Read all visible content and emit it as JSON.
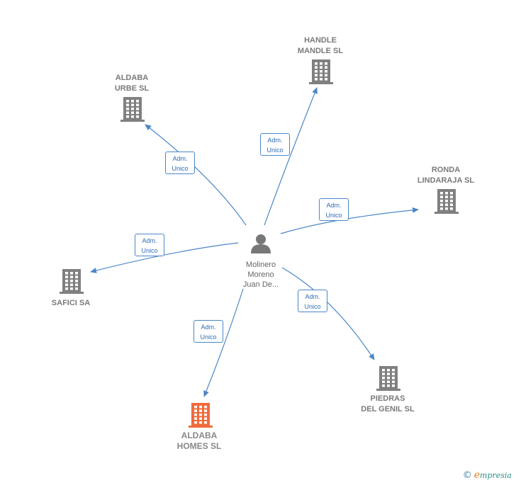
{
  "colors": {
    "edge": "#4a86c8",
    "company_icon": "#808080",
    "highlight_icon": "#f26a3b",
    "person_icon": "#777777"
  },
  "center": {
    "label": "Molinero\nMoreno\nJuan De...",
    "icon": "person-icon"
  },
  "companies": [
    {
      "id": "handle-mandle",
      "label": "HANDLE\nMANDLE SL",
      "icon": "building-icon",
      "highlight": false,
      "relation": "Adm.\nUnico"
    },
    {
      "id": "aldaba-urbe",
      "label": "ALDABA\nURBE SL",
      "icon": "building-icon",
      "highlight": false,
      "relation": "Adm.\nUnico"
    },
    {
      "id": "ronda-lindaraja",
      "label": "RONDA\nLINDARAJA SL",
      "icon": "building-icon",
      "highlight": false,
      "relation": "Adm.\nUnico"
    },
    {
      "id": "safici",
      "label": "SAFICI SA",
      "icon": "building-icon",
      "highlight": false,
      "relation": "Adm.\nUnico"
    },
    {
      "id": "piedras-genil",
      "label": "PIEDRAS\nDEL GENIL SL",
      "icon": "building-icon",
      "highlight": false,
      "relation": "Adm.\nUnico"
    },
    {
      "id": "aldaba-homes",
      "label": "ALDABA\nHOMES  SL",
      "icon": "building-icon",
      "highlight": true,
      "relation": "Adm.\nUnico"
    }
  ],
  "footer": {
    "copyright": "©",
    "brand_initial": "e",
    "brand_rest": "mpresia"
  }
}
